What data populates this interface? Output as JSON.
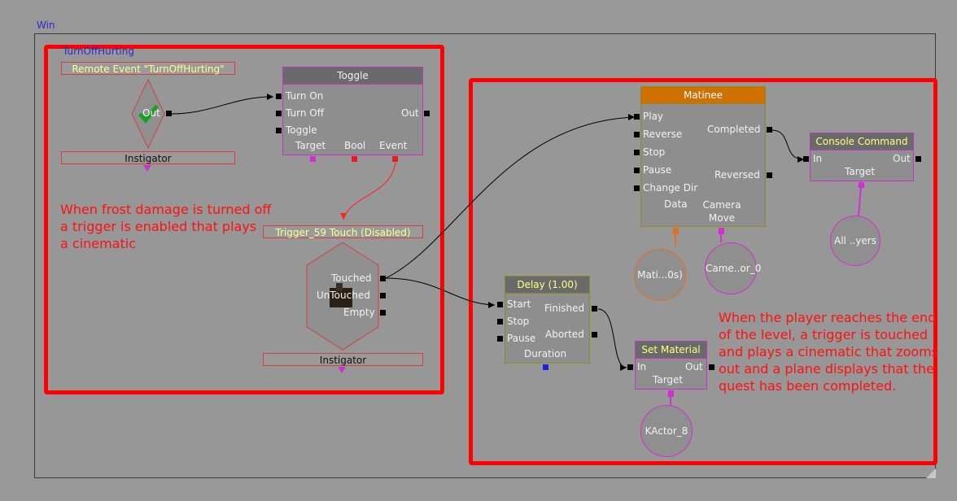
{
  "window": {
    "label": "Win"
  },
  "comment_title": "TurnOffHurting",
  "remote_event": {
    "title": "Remote Event \"TurnOffHurting\"",
    "out": "Out",
    "instigator": "Instigator"
  },
  "toggle": {
    "title": "Toggle",
    "inputs": [
      "Turn On",
      "Turn Off",
      "Toggle"
    ],
    "out": "Out",
    "vars": [
      "Target",
      "Bool",
      "Event"
    ]
  },
  "trigger": {
    "title": "Trigger_59 Touch (Disabled)",
    "outputs": [
      "Touched",
      "UnTouched",
      "Empty"
    ],
    "instigator": "Instigator"
  },
  "annotation_left": [
    "When frost damage is turned off",
    "a trigger is enabled that plays",
    "a cinematic"
  ],
  "matinee": {
    "title": "Matinee",
    "inputs": [
      "Play",
      "Reverse",
      "Stop",
      "Pause",
      "Change Dir"
    ],
    "outputs": [
      "Completed",
      "Reversed"
    ],
    "vars": [
      "Data",
      "Camera Move"
    ]
  },
  "console_command": {
    "title": "Console Command",
    "in": "In",
    "out": "Out",
    "target": "Target"
  },
  "delay": {
    "title": "Delay (1.00)",
    "inputs": [
      "Start",
      "Stop",
      "Pause"
    ],
    "outputs": [
      "Finished",
      "Aborted"
    ],
    "var": "Duration"
  },
  "set_material": {
    "title": "Set Material",
    "in": "In",
    "out": "Out",
    "target": "Target"
  },
  "variables": {
    "matinee_data": "Mati...0s)",
    "camera": "Came..or_0",
    "all_players": "All ..yers",
    "kactor": "KActor_8"
  },
  "annotation_right": [
    "When the player reaches the end",
    "of the level, a trigger is touched",
    "and plays a cinematic that zooms",
    "out and a plane displays that the",
    "quest has been completed."
  ],
  "colors": {
    "frame": "#ff0000",
    "orange_title": "#d07000",
    "object_var": "#d030d0"
  }
}
